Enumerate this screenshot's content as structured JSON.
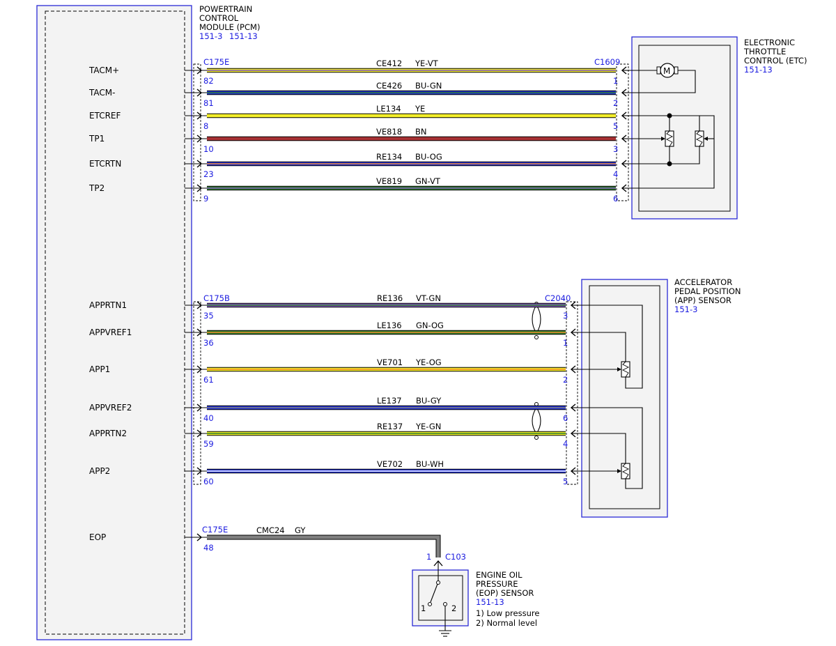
{
  "colors": {
    "YE": "#f3ee2a",
    "BU": "#1f2fd6",
    "BN": "#a83234",
    "GN": "#2e7d2b",
    "VT": "#7d55b8",
    "OG": "#f08b2a",
    "WH": "#ffffff",
    "GY": "#808080",
    "box_blue": "#2a2ad6",
    "label_blue": "#1a1adf"
  },
  "pcm": {
    "title": [
      "POWERTRAIN",
      "CONTROL",
      "MODULE (PCM)"
    ],
    "refs": [
      "151-3",
      "151-13"
    ]
  },
  "etc": {
    "title": [
      "ELECTRONIC",
      "THROTTLE",
      "CONTROL (ETC)"
    ],
    "ref": "151-13",
    "pcm_connector": "C175E",
    "device_connector": "C1609",
    "motor_symbol": "M"
  },
  "app": {
    "title": [
      "ACCELERATOR",
      "PEDAL POSITION",
      "(APP) SENSOR"
    ],
    "ref": "151-3",
    "pcm_connector": "C175B",
    "device_connector": "C2040"
  },
  "eop": {
    "title": [
      "ENGINE OIL",
      "PRESSURE",
      "(EOP) SENSOR"
    ],
    "ref": "151-13",
    "notes": [
      "1) Low pressure",
      "2) Normal level"
    ],
    "pcm_connector": "C175E",
    "device_connector": "C103",
    "device_pin": "1",
    "switch_pos1": "1",
    "switch_pos2": "2"
  },
  "circuits": [
    {
      "signal": "TACM+",
      "pcm_pin": "82",
      "circuit": "CE412",
      "color_code": "YE-VT",
      "dev_pin": "1",
      "group": "etc"
    },
    {
      "signal": "TACM-",
      "pcm_pin": "81",
      "circuit": "CE426",
      "color_code": "BU-GN",
      "dev_pin": "2",
      "group": "etc"
    },
    {
      "signal": "ETCREF",
      "pcm_pin": "8",
      "circuit": "LE134",
      "color_code": "YE",
      "dev_pin": "5",
      "group": "etc"
    },
    {
      "signal": "TP1",
      "pcm_pin": "10",
      "circuit": "VE818",
      "color_code": "BN",
      "dev_pin": "3",
      "group": "etc"
    },
    {
      "signal": "ETCRTN",
      "pcm_pin": "23",
      "circuit": "RE134",
      "color_code": "BU-OG",
      "dev_pin": "4",
      "group": "etc"
    },
    {
      "signal": "TP2",
      "pcm_pin": "9",
      "circuit": "VE819",
      "color_code": "GN-VT",
      "dev_pin": "6",
      "group": "etc"
    },
    {
      "signal": "APPRTN1",
      "pcm_pin": "35",
      "circuit": "RE136",
      "color_code": "VT-GN",
      "dev_pin": "3",
      "group": "app"
    },
    {
      "signal": "APPVREF1",
      "pcm_pin": "36",
      "circuit": "LE136",
      "color_code": "GN-OG",
      "dev_pin": "1",
      "group": "app"
    },
    {
      "signal": "APP1",
      "pcm_pin": "61",
      "circuit": "VE701",
      "color_code": "YE-OG",
      "dev_pin": "2",
      "group": "app"
    },
    {
      "signal": "APPVREF2",
      "pcm_pin": "40",
      "circuit": "LE137",
      "color_code": "BU-GY",
      "dev_pin": "6",
      "group": "app"
    },
    {
      "signal": "APPRTN2",
      "pcm_pin": "59",
      "circuit": "RE137",
      "color_code": "YE-GN",
      "dev_pin": "4",
      "group": "app"
    },
    {
      "signal": "APP2",
      "pcm_pin": "60",
      "circuit": "VE702",
      "color_code": "BU-WH",
      "dev_pin": "5",
      "group": "app"
    },
    {
      "signal": "EOP",
      "pcm_pin": "48",
      "circuit": "CMC24",
      "color_code": "GY",
      "dev_pin": "1",
      "group": "eop"
    }
  ]
}
